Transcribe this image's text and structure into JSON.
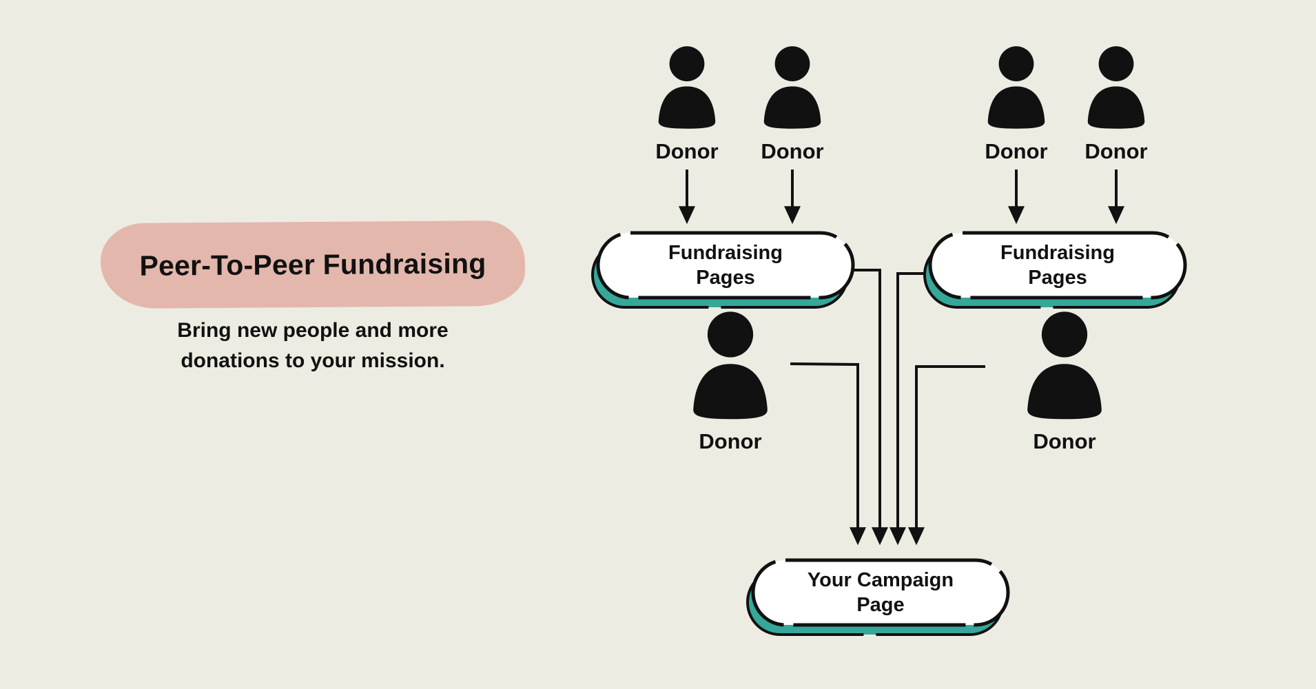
{
  "colors": {
    "background": "#EDECE3",
    "highlight": "#E4B7AD",
    "teal": "#35A89A",
    "ink": "#111111",
    "box_fill": "#FFFFFF"
  },
  "intro": {
    "title": "Peer-To-Peer Fundraising",
    "subtitle_line1": "Bring new people and more",
    "subtitle_line2": "donations to your mission."
  },
  "diagram": {
    "top_donors": [
      {
        "label": "Donor"
      },
      {
        "label": "Donor"
      },
      {
        "label": "Donor"
      },
      {
        "label": "Donor"
      }
    ],
    "middle_donors": [
      {
        "label": "Donor"
      },
      {
        "label": "Donor"
      }
    ],
    "fundraising_page_left": {
      "line1": "Fundraising",
      "line2": "Pages"
    },
    "fundraising_page_right": {
      "line1": "Fundraising",
      "line2": "Pages"
    },
    "campaign_page": {
      "line1": "Your Campaign",
      "line2": "Page"
    }
  }
}
